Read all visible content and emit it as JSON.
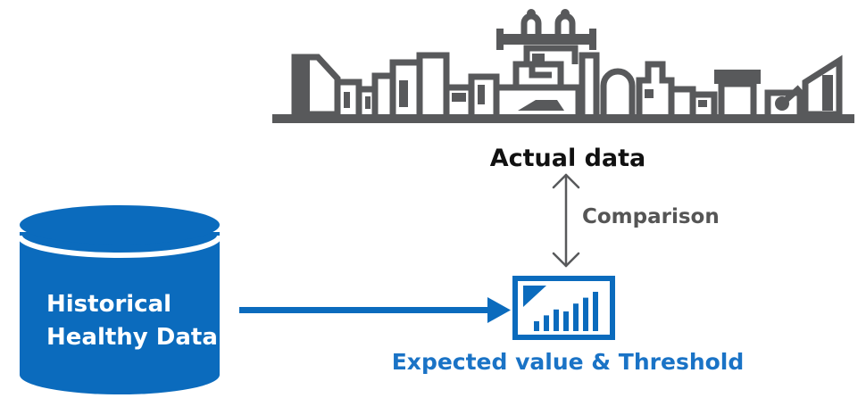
{
  "colors": {
    "factory_gray": "#58595b",
    "comparison_gray": "#555555",
    "brand_blue": "#0b6bbd",
    "expected_blue": "#1a73c6",
    "text_dark": "#111111"
  },
  "icons": {
    "factory": "factory-skyline-icon",
    "chart": "bar-chart-monitor-icon",
    "database": "database-cylinder-icon"
  },
  "factory": {
    "label": "Actual data"
  },
  "comparison": {
    "label": "Comparison"
  },
  "database": {
    "line1": "Historical",
    "line2": "Healthy Data"
  },
  "chart": {
    "label": "Expected value & Threshold",
    "bar_levels": [
      0.25,
      0.4,
      0.55,
      0.5,
      0.7,
      0.85,
      1.0
    ]
  }
}
